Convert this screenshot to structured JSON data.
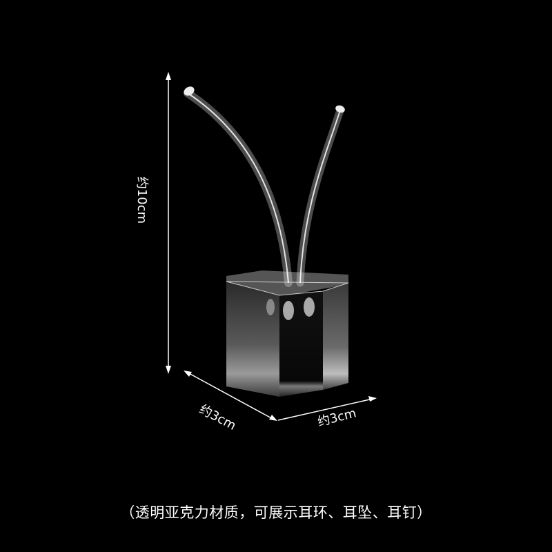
{
  "product": {
    "name": "acrylic-earring-display-stand",
    "background_color": "#000000"
  },
  "dimensions": {
    "height_label": "约10cm",
    "depth_label": "约3cm",
    "width_label": "约3cm"
  },
  "caption": "（透明亚克力材质，可展示耳环、耳坠、耳钉）"
}
